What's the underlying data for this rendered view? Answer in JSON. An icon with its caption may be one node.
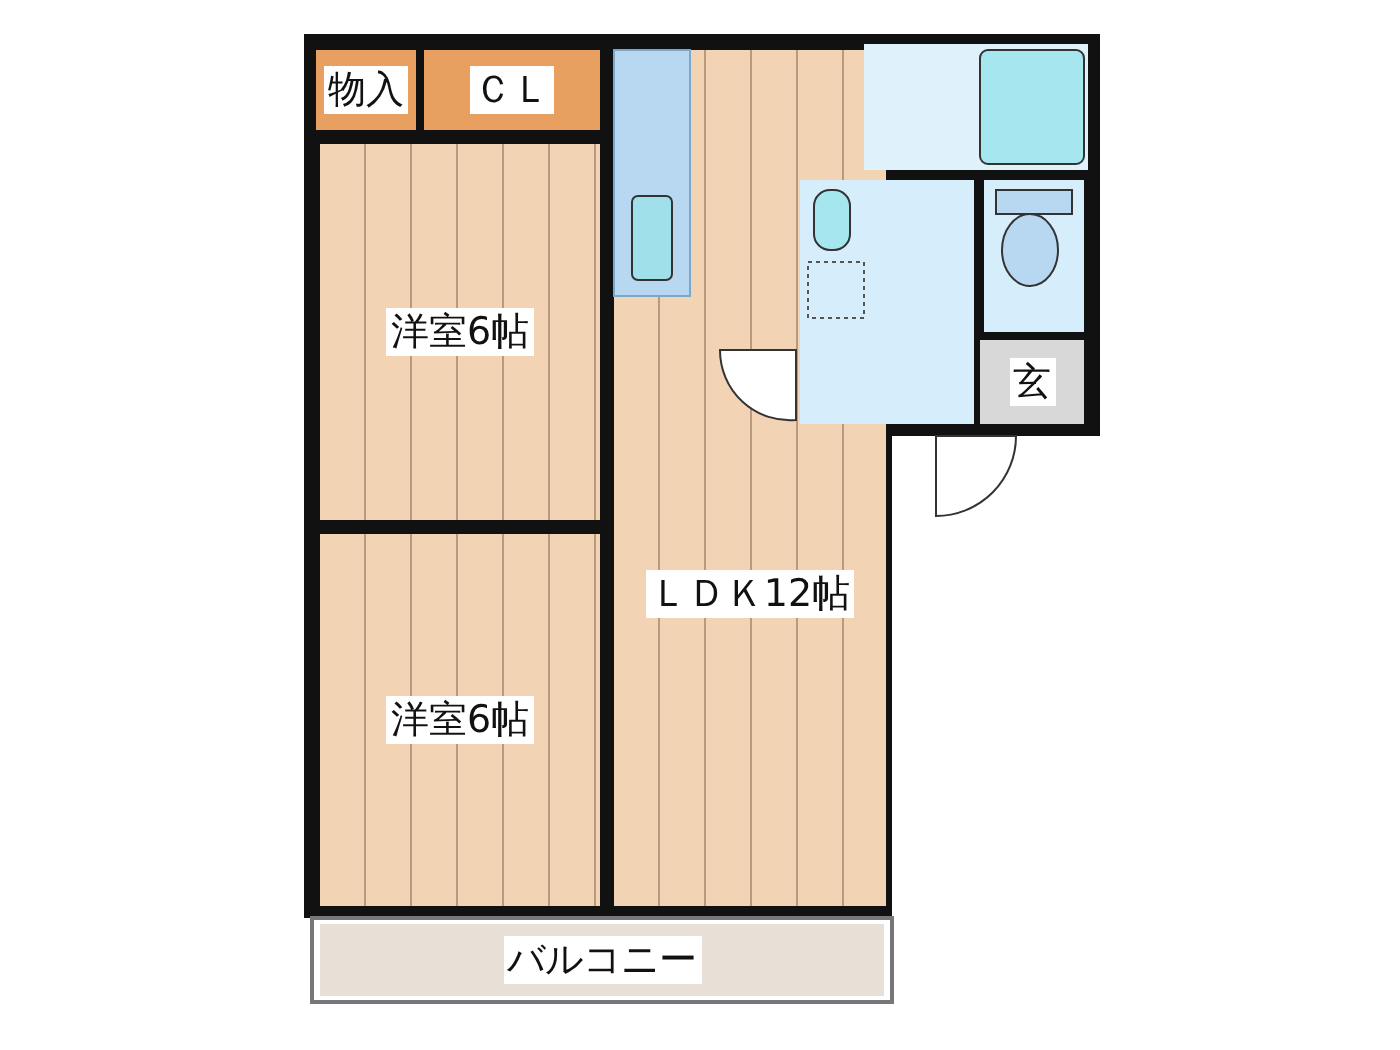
{
  "diagram": {
    "nodes": [
      {
        "text": [
          "物入"
        ]
      },
      {
        "text": [
          "ＣＬ"
        ]
      },
      {
        "text": [
          "洋室6帖"
        ]
      },
      {
        "text": [
          "洋室6帖"
        ]
      },
      {
        "text": [
          "ＬＤＫ12帖"
        ]
      },
      {
        "text": [
          "玄"
        ]
      },
      {
        "text": [
          "バルコニー"
        ]
      }
    ]
  }
}
